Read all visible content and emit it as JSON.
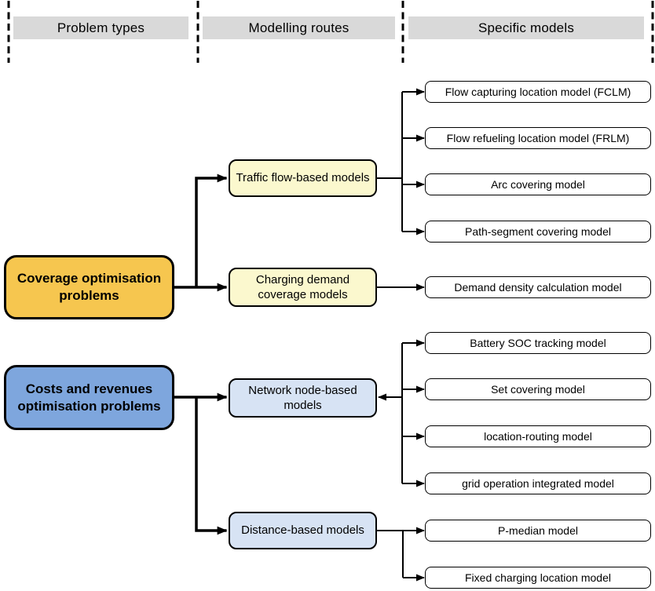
{
  "columns": [
    {
      "id": "problem_types",
      "label": "Problem types"
    },
    {
      "id": "modelling_routes",
      "label": "Modelling routes"
    },
    {
      "id": "specific_models",
      "label": "Specific models"
    }
  ],
  "colors": {
    "header_fill": "#D9D9D9",
    "coverage_fill": "#F6C64F",
    "costs_fill": "#7EA6DD",
    "yellow_route_fill": "#FBF8CE",
    "blue_route_fill": "#D7E3F4",
    "model_box_fill": "#FFFFFF",
    "line_color": "#000000"
  },
  "problem_types": [
    {
      "id": "coverage",
      "label": "Coverage optimisation\nproblems"
    },
    {
      "id": "costs_revenues",
      "label": "Costs and revenues\noptimisation problems"
    }
  ],
  "modelling_routes": [
    {
      "id": "traffic_flow",
      "label": "Traffic flow-based models"
    },
    {
      "id": "charging_demand",
      "label": "Charging demand\ncoverage models"
    },
    {
      "id": "network_node",
      "label": "Network node-based\nmodels"
    },
    {
      "id": "distance_based",
      "label": "Distance-based models"
    }
  ],
  "specific_models": [
    {
      "id": "flow_capturing",
      "label": "Flow capturing location model (FCLM)"
    },
    {
      "id": "flow_refueling",
      "label": "Flow refueling location model (FRLM)"
    },
    {
      "id": "arc_covering",
      "label": "Arc covering model"
    },
    {
      "id": "path_segment",
      "label": "Path-segment covering model"
    },
    {
      "id": "demand_density",
      "label": "Demand density calculation model"
    },
    {
      "id": "battery_soc",
      "label": "Battery SOC tracking model"
    },
    {
      "id": "set_covering",
      "label": "Set covering model"
    },
    {
      "id": "location_routing",
      "label": "location-routing model"
    },
    {
      "id": "grid_operation",
      "label": "grid operation integrated model"
    },
    {
      "id": "p_median",
      "label": "P-median model"
    },
    {
      "id": "fixed_charging",
      "label": "Fixed charging location model"
    }
  ],
  "connections": [
    {
      "from": "coverage",
      "to": [
        "traffic_flow",
        "charging_demand"
      ]
    },
    {
      "from": "traffic_flow",
      "to": [
        "flow_capturing",
        "flow_refueling",
        "arc_covering",
        "path_segment"
      ]
    },
    {
      "from": "charging_demand",
      "to": [
        "demand_density"
      ]
    },
    {
      "from": "costs_revenues",
      "to": [
        "network_node",
        "distance_based"
      ]
    },
    {
      "from": "network_node",
      "to": [
        "battery_soc",
        "set_covering",
        "location_routing",
        "grid_operation"
      ],
      "note": "connector also has an arrowhead pointing back into the Network node-based models box"
    },
    {
      "from": "distance_based",
      "to": [
        "p_median",
        "fixed_charging"
      ]
    }
  ]
}
